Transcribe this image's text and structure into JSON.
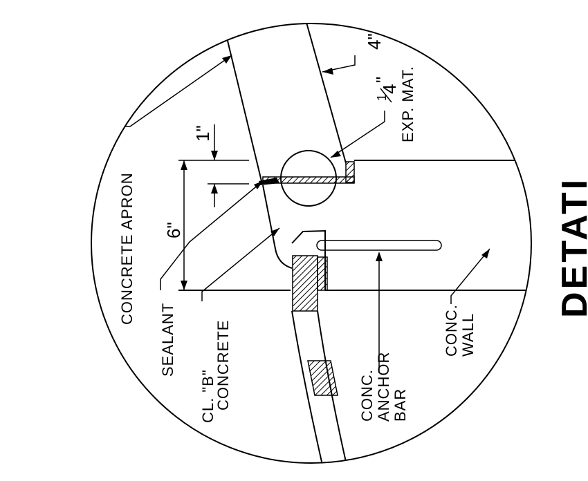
{
  "title": "DETATI",
  "labels": {
    "concrete_apron": "CONCRETE APRON",
    "sealant": "SEALANT",
    "class_b_line1": "CL. \"B\"",
    "class_b_line2": "CONCRETE",
    "anchor_line1": "CONC.",
    "anchor_line2": "ANCHOR",
    "anchor_line3": "BAR",
    "wall_line1": "CONC.",
    "wall_line2": "WALL",
    "exp_mat": "EXP. MAT."
  },
  "dimensions": {
    "four_in": "4\"",
    "one_in": "1\"",
    "six_in": "6\"",
    "quarter_num": "1",
    "quarter_den": "4",
    "quarter_unit": "\""
  }
}
